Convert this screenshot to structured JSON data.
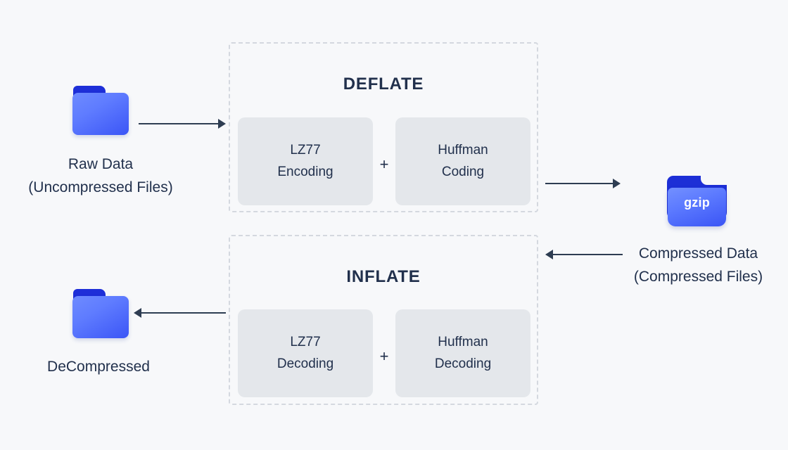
{
  "canvas": {
    "background_color": "#f7f8fa",
    "text_color": "#21304c",
    "arrow_color": "#2e3d52",
    "stage_box_color": "#e4e7eb",
    "dashed_border_color": "#d4d8df",
    "folder_blue": "#3b55f6",
    "folder_tab_blue": "#1e2fd8"
  },
  "nodes": {
    "raw_data": {
      "icon": "folder-icon",
      "caption_line1": "Raw Data",
      "caption_line2": "(Uncompressed Files)"
    },
    "compressed_data": {
      "icon": "open-folder-icon",
      "folder_label": "gzip",
      "caption_line1": "Compressed Data",
      "caption_line2": "(Compressed Files)"
    },
    "decompressed_data": {
      "icon": "folder-icon",
      "caption_line1": "DeCompressed"
    }
  },
  "processes": [
    {
      "id": "deflate",
      "title": "DEFLATE",
      "operator": "+",
      "stages": [
        {
          "line1": "LZ77",
          "line2": "Encoding"
        },
        {
          "line1": "Huffman",
          "line2": "Coding"
        }
      ]
    },
    {
      "id": "inflate",
      "title": "INFLATE",
      "operator": "+",
      "stages": [
        {
          "line1": "LZ77",
          "line2": "Decoding"
        },
        {
          "line1": "Huffman",
          "line2": "Decoding"
        }
      ]
    }
  ],
  "arrows": [
    {
      "id": "raw-to-deflate",
      "direction": "right"
    },
    {
      "id": "deflate-to-gzip",
      "direction": "right"
    },
    {
      "id": "gzip-to-inflate",
      "direction": "left"
    },
    {
      "id": "inflate-to-decompressed",
      "direction": "left"
    }
  ]
}
